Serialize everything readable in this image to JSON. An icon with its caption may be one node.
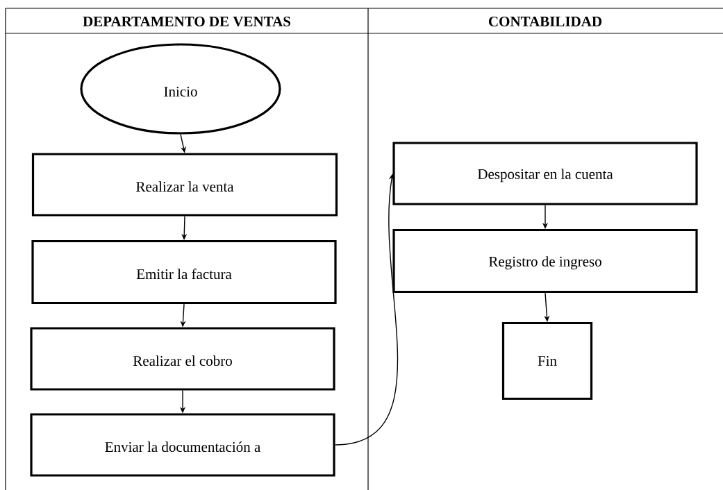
{
  "diagram": {
    "nodes": [
      {
        "text": [
          "Inicio"
        ]
      },
      {
        "text": [
          "Realizar la venta"
        ]
      },
      {
        "text": [
          "Emitir la factura"
        ]
      },
      {
        "text": [
          "Realizar el cobro"
        ]
      },
      {
        "text": [
          "Enviar la documentación a"
        ]
      },
      {
        "text": [
          "Despositar en la cuenta"
        ]
      },
      {
        "text": [
          "Registro de ingreso"
        ]
      },
      {
        "text": [
          "Fin"
        ]
      }
    ],
    "edges": [
      {
        "from": 0,
        "to": 1,
        "arrow": "to"
      },
      {
        "from": 1,
        "to": 2,
        "arrow": "to"
      },
      {
        "from": 2,
        "to": 3,
        "arrow": "to"
      },
      {
        "from": 3,
        "to": 4,
        "arrow": "to"
      },
      {
        "from": 4,
        "to": 5,
        "arrow": "to"
      },
      {
        "from": 5,
        "to": 6,
        "arrow": "to"
      },
      {
        "from": 6,
        "to": 7,
        "arrow": "to"
      }
    ],
    "labels": [
      "DEPARTAMENTO DE VENTAS",
      "CONTABILIDAD"
    ]
  }
}
